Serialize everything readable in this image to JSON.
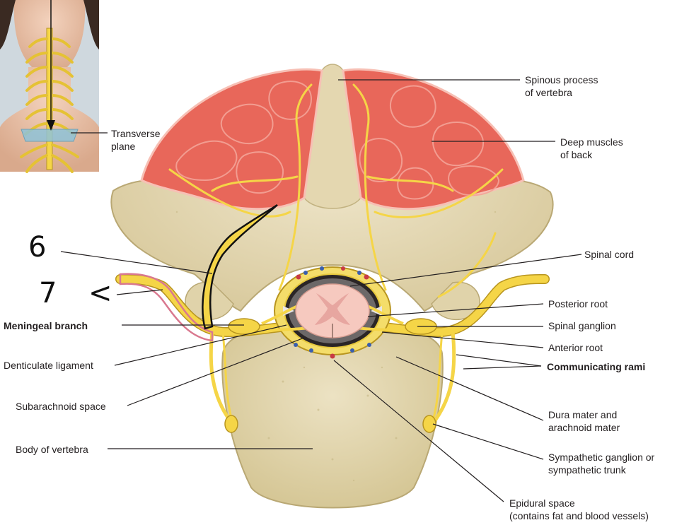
{
  "colors": {
    "bone": "#e9dfc0",
    "bone_dark": "#cbbd91",
    "muscle": "#e8675a",
    "muscle_light": "#f08a7d",
    "nerve": "#f5d547",
    "nerve_edge": "#b8951f",
    "cord": "#f6c9bf",
    "gray_matter": "#e7a6a0",
    "leader": "#231f20",
    "annotation_pink": "#d9788f"
  },
  "inset": {
    "label": "Transverse\nplane"
  },
  "labels": {
    "spinous_process": "Spinous process\nof vertebra",
    "deep_muscles": "Deep muscles\nof back",
    "spinal_cord": "Spinal cord",
    "posterior_root": "Posterior root",
    "spinal_ganglion": "Spinal ganglion",
    "anterior_root": "Anterior root",
    "communicating_rami": "Communicating rami",
    "dura_mater": "Dura mater and\narachnoid mater",
    "sympathetic_ganglion": "Sympathetic ganglion or\nsympathetic trunk",
    "epidural_space": "Epidural space\n(contains fat and blood vessels)",
    "meningeal_branch": "Meningeal branch",
    "denticulate_ligament": "Denticulate ligament",
    "subarachnoid_space": "Subarachnoid space",
    "body_of_vertebra": "Body of vertebra"
  },
  "annotations": {
    "six": "6",
    "seven": "7",
    "arrow": "<"
  }
}
